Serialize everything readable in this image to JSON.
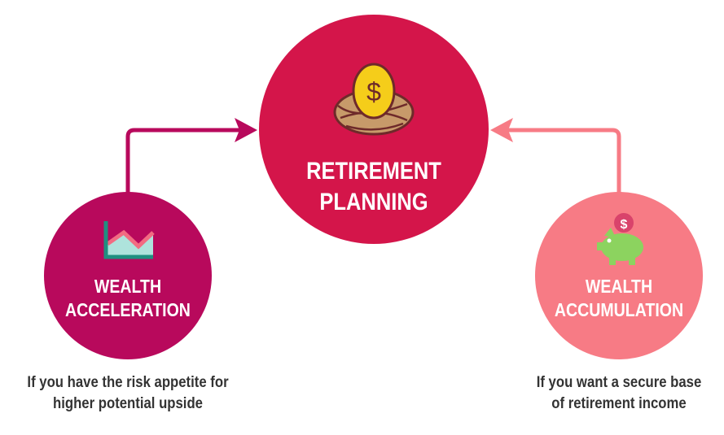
{
  "center": {
    "title_line1": "RETIREMENT",
    "title_line2": "PLANNING",
    "icon": "nest-egg-icon",
    "color": "#d4154a"
  },
  "left": {
    "title_line1": "WEALTH",
    "title_line2": "ACCELERATION",
    "icon": "area-chart-icon",
    "color": "#b8095c",
    "caption_line1": "If you have the risk appetite for",
    "caption_line2": "higher potential upside"
  },
  "right": {
    "title_line1": "WEALTH",
    "title_line2": "ACCUMULATION",
    "icon": "piggy-bank-icon",
    "color": "#f77b85",
    "caption_line1": "If you want a secure base",
    "caption_line2": "of retirement income"
  }
}
